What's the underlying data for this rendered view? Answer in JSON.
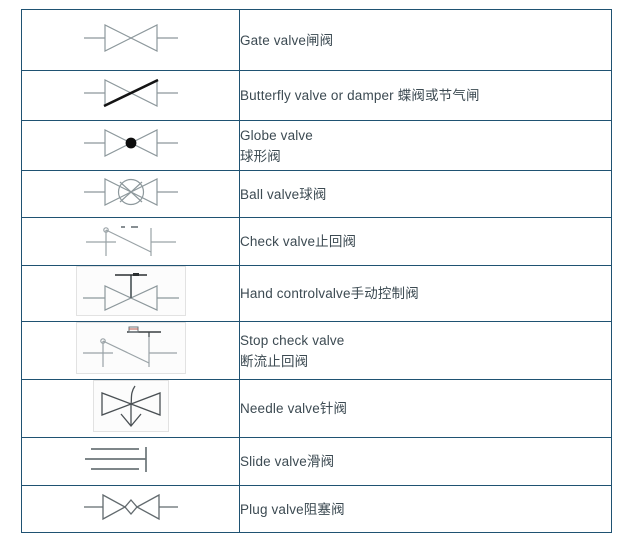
{
  "document": {
    "type": "valve-symbol-reference-table",
    "border_color": "#1f5272",
    "text_color": "#3c4a52",
    "symbol_stroke_color": "#808b8f",
    "symbol_dark_color": "#1a1a1a",
    "background_color": "#ffffff"
  },
  "table": {
    "columns": [
      "symbol",
      "description"
    ],
    "rows": [
      {
        "symbol_name": "gate-valve-symbol",
        "symbol_type": "bowtie",
        "description": "Gate valve闸阀"
      },
      {
        "symbol_name": "butterfly-valve-symbol",
        "symbol_type": "bowtie-with-diagonal",
        "description": "Butterfly valve or damper 蝶阀或节气闸"
      },
      {
        "symbol_name": "globe-valve-symbol",
        "symbol_type": "bowtie-with-dot",
        "description": "Globe valve\n球形阀"
      },
      {
        "symbol_name": "ball-valve-symbol",
        "symbol_type": "bowtie-with-circle-x",
        "description": "Ball valve球阀"
      },
      {
        "symbol_name": "check-valve-symbol",
        "symbol_type": "check-flap",
        "description": "Check valve止回阀"
      },
      {
        "symbol_name": "hand-control-valve-symbol",
        "symbol_type": "bowtie-with-handwheel",
        "description": "Hand controlvalve手动控制阀"
      },
      {
        "symbol_name": "stop-check-valve-symbol",
        "symbol_type": "check-flap-with-stem",
        "description": "Stop check valve\n断流止回阀"
      },
      {
        "symbol_name": "needle-valve-symbol",
        "symbol_type": "bowtie-with-needle",
        "description": "Needle valve针阀"
      },
      {
        "symbol_name": "slide-valve-symbol",
        "symbol_type": "slide-lines",
        "description": "Slide valve滑阀"
      },
      {
        "symbol_name": "plug-valve-symbol",
        "symbol_type": "bowtie-with-diamond",
        "description": "Plug valve阻塞阀"
      }
    ]
  }
}
